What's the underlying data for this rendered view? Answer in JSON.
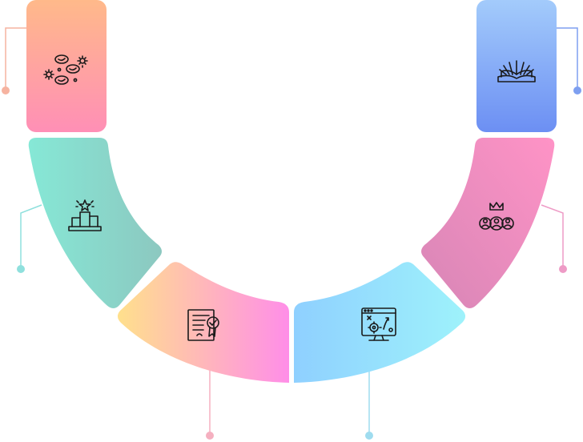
{
  "diagram": {
    "type": "u-shaped-segment-infographic",
    "segments": [
      {
        "id": "bacteria",
        "icon": "bacteria-icon",
        "gradient": [
          "#ffb98a",
          "#ff8fb6"
        ],
        "connector_color": "#f6b3a0"
      },
      {
        "id": "podium",
        "icon": "podium-star-icon",
        "gradient": [
          "#86e8d6",
          "#8cc8c0"
        ],
        "connector_color": "#8fe0dd"
      },
      {
        "id": "certificate",
        "icon": "certificate-icon",
        "gradient": [
          "#ffe08c",
          "#ff8ee8"
        ],
        "connector_color": "#f5b0c0"
      },
      {
        "id": "web-settings",
        "icon": "monitor-gear-icon",
        "gradient": [
          "#8fd0ff",
          "#9ef2fb"
        ],
        "connector_color": "#9fdcef"
      },
      {
        "id": "leader-team",
        "icon": "crown-team-icon",
        "gradient": [
          "#d786b6",
          "#ff93c6"
        ],
        "connector_color": "#ee9bc6"
      },
      {
        "id": "open-book",
        "icon": "open-book-icon",
        "gradient": [
          "#a3cbfb",
          "#6c8ff3"
        ],
        "connector_color": "#7e9ff0"
      }
    ]
  }
}
